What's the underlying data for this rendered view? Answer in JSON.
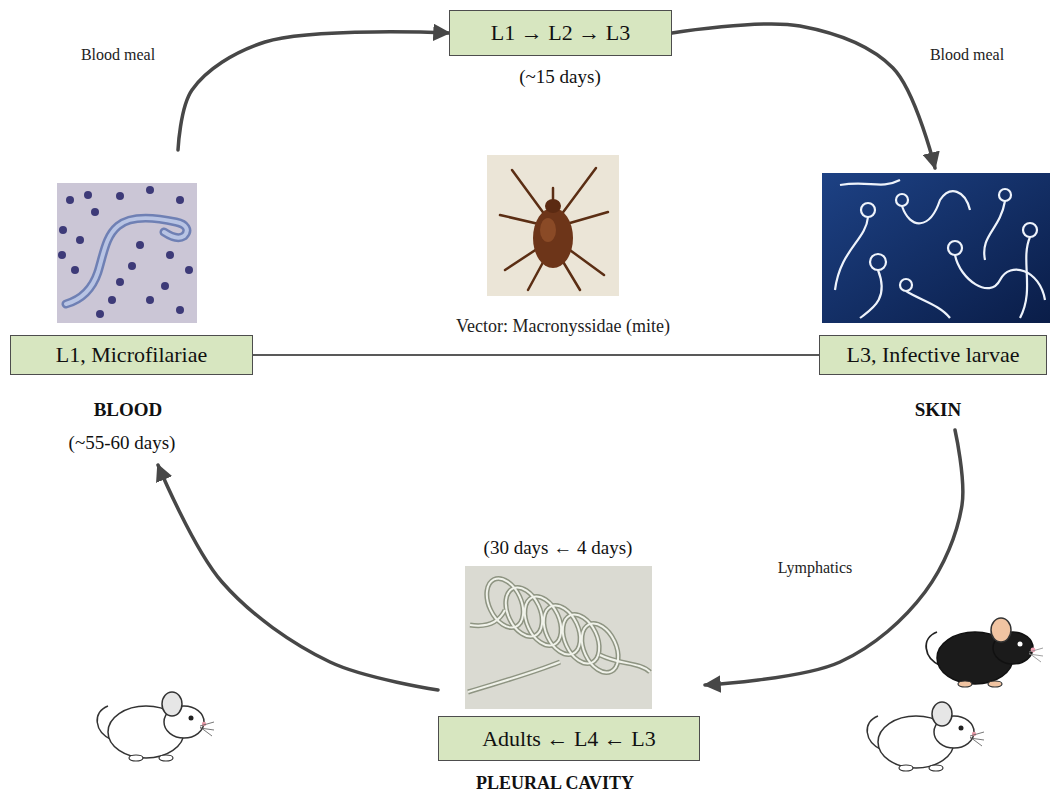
{
  "diagram": {
    "nodes": [
      {
        "text": [
          "L1 → L2 → L3"
        ]
      },
      {
        "text": [
          "L1, Microfilariae"
        ]
      },
      {
        "text": [
          "L3, Infective larvae"
        ]
      },
      {
        "text": [
          "Adults ← L4 ← L3"
        ]
      }
    ],
    "edges": [
      {
        "from": 1,
        "to": 0,
        "arrow": "to",
        "label": "Blood meal"
      },
      {
        "from": 0,
        "to": 2,
        "arrow": "to",
        "label": "Blood meal"
      },
      {
        "from": 2,
        "to": 3,
        "arrow": "to",
        "label": "Lymphatics"
      },
      {
        "from": 3,
        "to": 1,
        "arrow": "to"
      },
      {
        "from": 1,
        "to": 2,
        "arrow": "none",
        "label": "Vector: Macronyssidae (mite)"
      }
    ],
    "labels": [
      "(~15 days)",
      "BLOOD",
      "(~55-60 days)",
      "SKIN",
      "(30 days ← 4 days)",
      "PLEURAL CAVITY"
    ]
  }
}
